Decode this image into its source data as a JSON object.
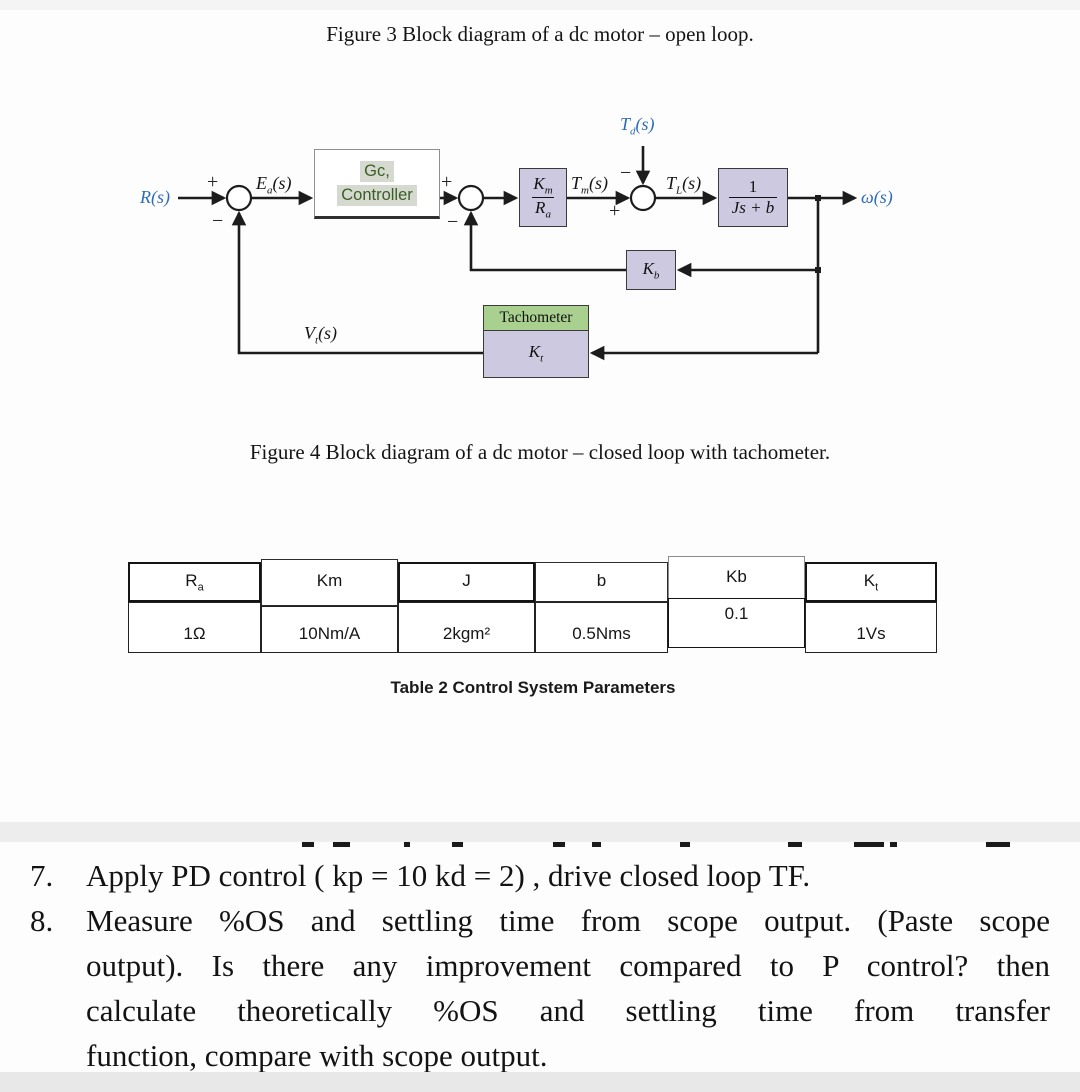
{
  "captions": {
    "fig3": "Figure 3 Block diagram of a dc motor – open loop.",
    "fig4": "Figure 4 Block diagram of a dc motor – closed loop with tachometer."
  },
  "colors": {
    "signal_blue": "#2d6cb7",
    "block_fill": "#cdc9e1",
    "tachometer_green": "#a9d08e",
    "controller_text_green": "#3a5f23",
    "controller_highlight": "#d5d9d0"
  },
  "diagram": {
    "signs": {
      "plus": "+",
      "minus": "−"
    },
    "labels": {
      "r": {
        "base": "R(s)",
        "sub": "",
        "rest": ""
      },
      "ea": {
        "base": "E",
        "sub": "a",
        "rest": "(s)"
      },
      "td": {
        "base": "T",
        "sub": "d",
        "rest": "(s)"
      },
      "tm": {
        "base": "T",
        "sub": "m",
        "rest": "(s)"
      },
      "tl": {
        "base": "T",
        "sub": "L",
        "rest": "(s)"
      },
      "omega": {
        "base": "ω(s)",
        "sub": "",
        "rest": ""
      },
      "vt": {
        "base": "V",
        "sub": "t",
        "rest": "(s)"
      }
    },
    "blocks": {
      "controller": {
        "line1": "Gc,",
        "line2": "Controller"
      },
      "kmra": {
        "num_base": "K",
        "num_sub": "m",
        "den_base": "R",
        "den_sub": "a"
      },
      "plant": {
        "num": "1",
        "den": "Js + b"
      },
      "kb": {
        "base": "K",
        "sub": "b"
      },
      "tach": {
        "header": "Tachometer",
        "base": "K",
        "sub": "t"
      }
    }
  },
  "table": {
    "caption": "Table 2 Control System Parameters",
    "headers": [
      {
        "base": "R",
        "sub": "a"
      },
      {
        "base": "Km",
        "sub": ""
      },
      {
        "base": "J",
        "sub": ""
      },
      {
        "base": "b",
        "sub": ""
      },
      {
        "base": "Kb",
        "sub": ""
      },
      {
        "base": "K",
        "sub": "t"
      }
    ],
    "values": [
      "1Ω",
      "10Nm/A",
      "2kgm²",
      "0.5Nms",
      "0.1",
      "1Vs"
    ]
  },
  "tasks": {
    "item7_num": "7.",
    "item7_text": "Apply PD control ( kp = 10 kd = 2) , drive closed loop TF.",
    "item8_num": "8.",
    "item8_lines": [
      "Measure %OS and settling time from scope output. (Paste scope",
      "output). Is there any improvement compared to P control? then",
      "calculate theoretically %OS and settling time from transfer",
      "function, compare with scope output."
    ]
  }
}
